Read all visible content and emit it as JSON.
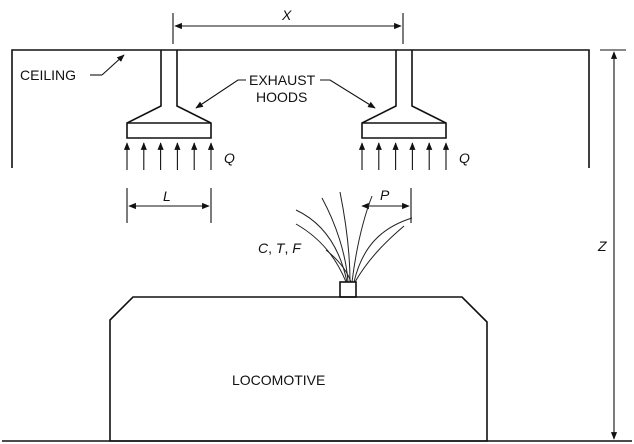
{
  "labels": {
    "ceiling": "CEILING",
    "exhaust_line1": "EXHAUST",
    "exhaust_line2": "HOODS",
    "locomotive": "LOCOMOTIVE"
  },
  "variables": {
    "x": "X",
    "l": "L",
    "p": "P",
    "q_left": "Q",
    "q_right": "Q",
    "z": "Z",
    "emission_c": "C",
    "emission_t": "T",
    "emission_f": "F",
    "separator": ", "
  },
  "hoods": {
    "count": 2,
    "airflow_arrows_per_hood": 6
  }
}
